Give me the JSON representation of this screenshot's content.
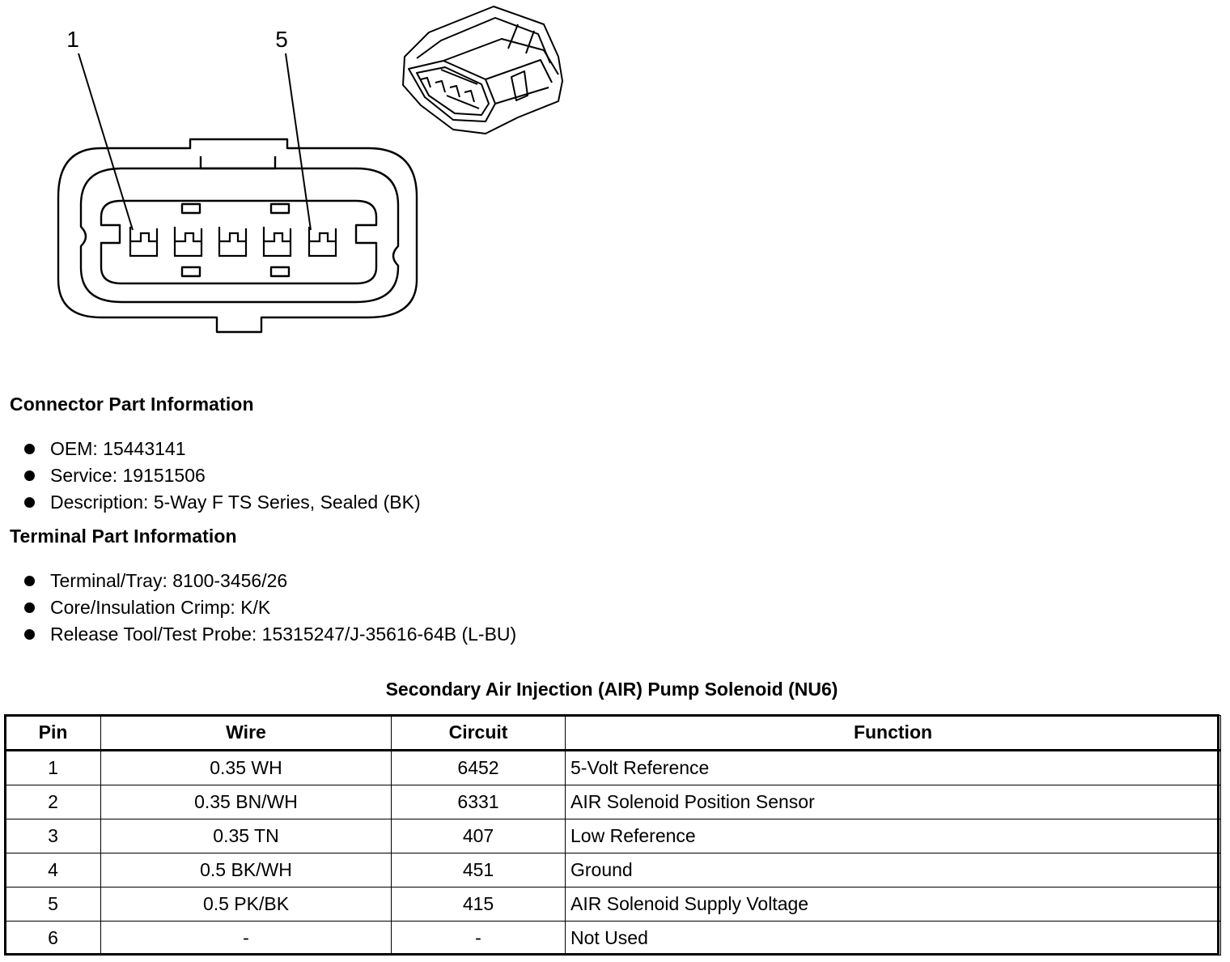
{
  "diagram": {
    "pin_callouts": [
      "1",
      "5"
    ]
  },
  "connector_info": {
    "heading": "Connector Part Information",
    "items": [
      "OEM: 15443141",
      "Service: 19151506",
      "Description: 5-Way F TS Series, Sealed (BK)"
    ]
  },
  "terminal_info": {
    "heading": "Terminal Part Information",
    "items": [
      "Terminal/Tray: 8100-3456/26",
      "Core/Insulation Crimp: K/K",
      "Release Tool/Test Probe: 15315247/J-35616-64B (L-BU)"
    ]
  },
  "pin_table": {
    "title": "Secondary Air Injection (AIR) Pump Solenoid (NU6)",
    "headers": [
      "Pin",
      "Wire",
      "Circuit",
      "Function"
    ],
    "rows": [
      [
        "1",
        "0.35 WH",
        "6452",
        "5-Volt Reference"
      ],
      [
        "2",
        "0.35 BN/WH",
        "6331",
        "AIR Solenoid Position Sensor"
      ],
      [
        "3",
        "0.35 TN",
        "407",
        "Low Reference"
      ],
      [
        "4",
        "0.5 BK/WH",
        "451",
        "Ground"
      ],
      [
        "5",
        "0.5 PK/BK",
        "415",
        "AIR Solenoid Supply Voltage"
      ],
      [
        "6",
        "-",
        "-",
        "Not Used"
      ]
    ]
  }
}
